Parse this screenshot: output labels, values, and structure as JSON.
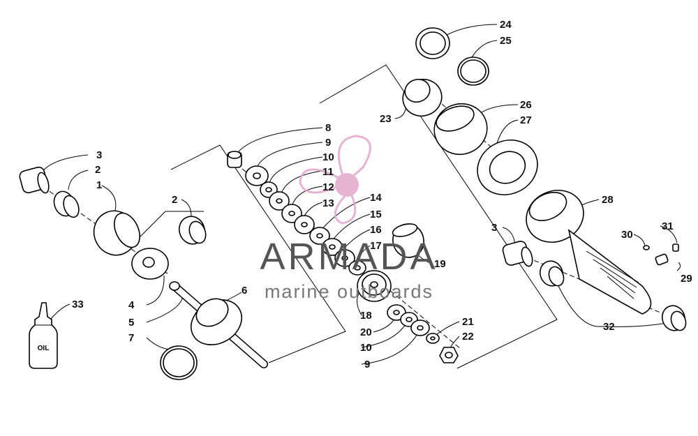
{
  "diagram": {
    "labels": [
      "1",
      "2",
      "2",
      "3",
      "3",
      "4",
      "5",
      "6",
      "7",
      "8",
      "9",
      "9",
      "10",
      "10",
      "11",
      "12",
      "13",
      "14",
      "15",
      "16",
      "17",
      "18",
      "19",
      "20",
      "21",
      "22",
      "23",
      "24",
      "25",
      "26",
      "27",
      "28",
      "29",
      "30",
      "31",
      "32",
      "33"
    ],
    "oil_label": "OIL"
  },
  "watermark": {
    "brand": "ARMADA",
    "tagline": "marine outboards",
    "accent_color": "#e3a6cc"
  }
}
